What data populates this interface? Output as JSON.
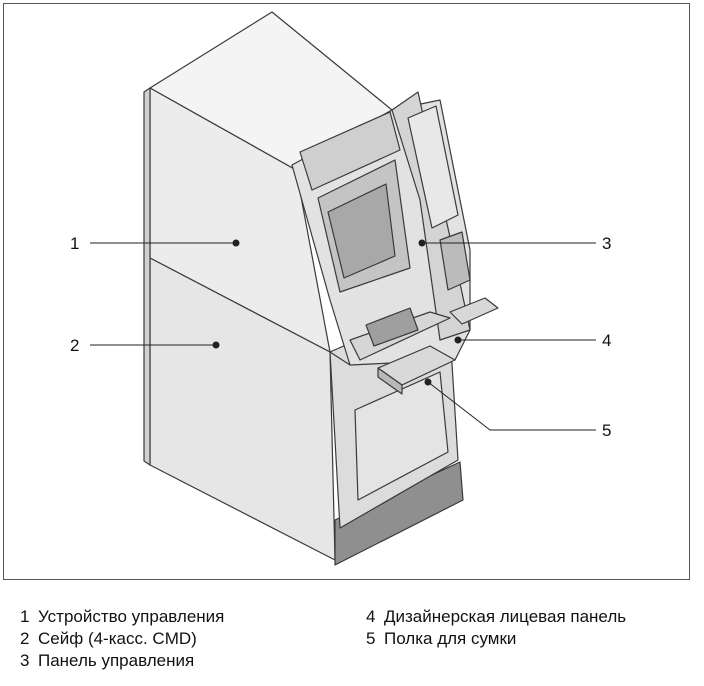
{
  "callouts": [
    {
      "id": "1",
      "label": "1"
    },
    {
      "id": "2",
      "label": "2"
    },
    {
      "id": "3",
      "label": "3"
    },
    {
      "id": "4",
      "label": "4"
    },
    {
      "id": "5",
      "label": "5"
    }
  ],
  "legend": [
    {
      "num": "1",
      "text": "Устройство управления"
    },
    {
      "num": "2",
      "text": "Сейф (4-касс. CMD)"
    },
    {
      "num": "3",
      "text": "Панель управления"
    },
    {
      "num": "4",
      "text": "Дизайнерская лицевая панель"
    },
    {
      "num": "5",
      "text": "Полка для сумки"
    }
  ],
  "colors": {
    "outline": "#3a3a3a",
    "panel_light": "#ececec",
    "panel_mid": "#dcdcdc",
    "panel_dark": "#bdbdbd",
    "base": "#8f8f8f"
  }
}
